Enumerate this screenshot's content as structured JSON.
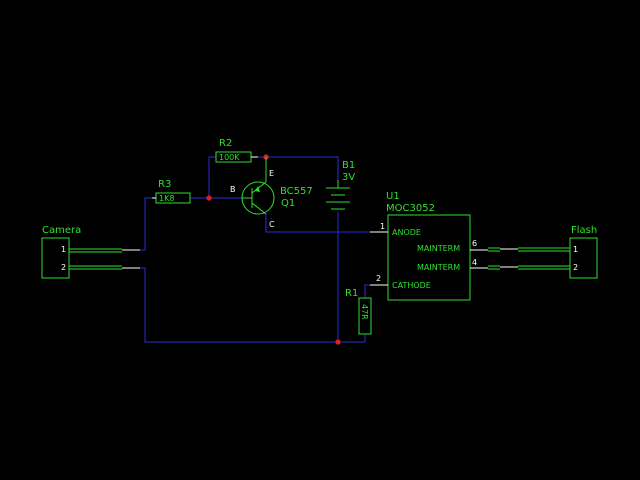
{
  "colors": {
    "background": "#000000",
    "component": "#2ee02e",
    "wire": "#2b2bd8",
    "pin": "#ffffff",
    "junction": "#e02020"
  },
  "camera": {
    "label": "Camera",
    "pin1": "1",
    "pin2": "2"
  },
  "flash": {
    "label": "Flash",
    "pin1": "1",
    "pin2": "2"
  },
  "r1": {
    "ref": "R1",
    "value": "47R"
  },
  "r2": {
    "ref": "R2",
    "value": "100K"
  },
  "r3": {
    "ref": "R3",
    "value": "1K8"
  },
  "b1": {
    "ref": "B1",
    "value": "3V"
  },
  "q1": {
    "part": "BC557",
    "ref": "Q1",
    "pin_b": "B",
    "pin_c": "C",
    "pin_e": "E"
  },
  "u1": {
    "ref": "U1",
    "part": "MOC3052",
    "anode": "ANODE",
    "cathode": "CATHODE",
    "mainterm_a": "MAINTERM",
    "mainterm_b": "MAINTERM",
    "pin1": "1",
    "pin2": "2",
    "pin6": "6",
    "pin4": "4"
  }
}
